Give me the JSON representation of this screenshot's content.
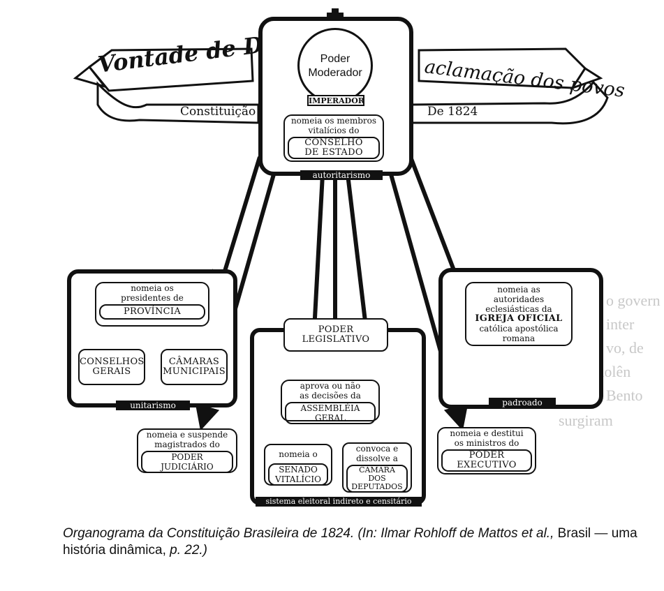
{
  "ribbons": {
    "left_top": "Vontade de Deus",
    "left_bottom": "Constituição",
    "right_top": "aclamação dos povos",
    "right_bottom": "De 1824"
  },
  "center": {
    "orb_line1": "Poder",
    "orb_line2": "Moderador",
    "emperor": "IMPERADOR",
    "council_line1": "nomeia os membros",
    "council_line2": "vitalícios do",
    "council_line3": "CONSELHO",
    "council_line4": "DE ESTADO",
    "frame_label": "autoritarismo"
  },
  "left_box": {
    "provinces_line1": "nomeia os",
    "provinces_line2": "presidentes de",
    "provinces_title": "PROVÍNCIA",
    "general_councils_line1": "CONSELHOS",
    "general_councils_line2": "GERAIS",
    "municipal_line1": "CÂMARAS",
    "municipal_line2": "MUNICIPAIS",
    "frame_label": "unitarismo"
  },
  "judiciary": {
    "line1": "nomeia e suspende",
    "line2": "magistrados do",
    "title1": "PODER",
    "title2": "JUDICIÁRIO"
  },
  "legislative": {
    "title1": "PODER",
    "title2": "LEGISLATIVO",
    "assembly_line1": "aprova ou não",
    "assembly_line2": "as decisões da",
    "assembly_title1": "ASSEMBLÉIA",
    "assembly_title2": "GERAL",
    "senate_line1": "nomeia o",
    "senate_title1": "SENADO",
    "senate_title2": "VITALÍCIO",
    "chamber_line1": "convoca e",
    "chamber_line2": "dissolve a",
    "chamber_title1": "CÂMARA",
    "chamber_title2": "DOS",
    "chamber_title3": "DEPUTADOS",
    "frame_label": "sistema eleitoral indireto e censitário"
  },
  "right_box": {
    "line1": "nomeia as",
    "line2": "autoridades",
    "line3": "eclesiásticas da",
    "title": "IGREJA OFICIAL",
    "line4": "católica apostólica",
    "line5": "romana",
    "frame_label": "padroado"
  },
  "executive": {
    "line1": "nomeia e destitui",
    "line2": "os ministros do",
    "title1": "PODER",
    "title2": "EXECUTIVO"
  },
  "caption": {
    "part1": "Organograma da Constituição Brasileira de 1824. (In: Ilmar Rohloff de Mattos et al.,",
    "part2": "Brasil — uma história dinâmica,",
    "part3": "p. 22.)"
  },
  "background_bleed": {
    "line1": "o govern",
    "line2": "inter",
    "line3": "vo, de",
    "line4": "Uma violên",
    "line5": "Bento",
    "line6": "surgiram"
  }
}
